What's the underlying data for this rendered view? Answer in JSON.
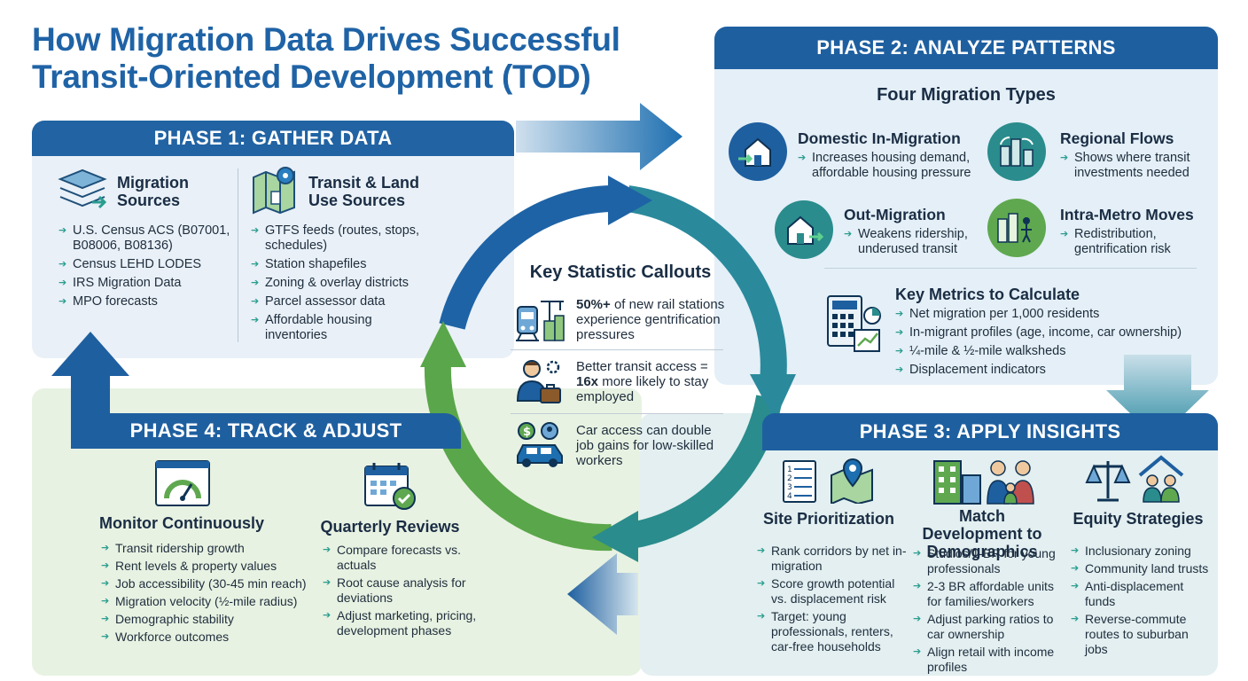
{
  "title": "How Migration Data Drives Successful Transit-Oriented Development (TOD)",
  "phase1": {
    "banner": "PHASE 1: GATHER DATA",
    "col1": {
      "heading": "Migration Sources",
      "items": [
        "U.S. Census ACS (B07001, B08006, B08136)",
        "Census LEHD LODES",
        "IRS Migration Data",
        "MPO forecasts"
      ]
    },
    "col2": {
      "heading": "Transit & Land Use Sources",
      "items": [
        "GTFS feeds (routes, stops, schedules)",
        "Station shapefiles",
        "Zoning & overlay districts",
        "Parcel assessor data",
        "Affordable housing inventories"
      ]
    }
  },
  "phase2": {
    "banner": "PHASE 2: ANALYZE PATTERNS",
    "subtitle": "Four Migration Types",
    "types": [
      {
        "name": "Domestic In-Migration",
        "desc": "Increases housing demand, affordable housing pressure"
      },
      {
        "name": "Regional Flows",
        "desc": "Shows where transit investments needed"
      },
      {
        "name": "Out-Migration",
        "desc": "Weakens ridership, underused transit"
      },
      {
        "name": "Intra-Metro Moves",
        "desc": "Redistribution, gentrification risk"
      }
    ],
    "metrics": {
      "heading": "Key Metrics to Calculate",
      "items": [
        "Net migration per 1,000 residents",
        "In-migrant profiles (age, income, car ownership)",
        "¼-mile & ½-mile walksheds",
        "Displacement indicators"
      ]
    }
  },
  "phase3": {
    "banner": "PHASE 3: APPLY INSIGHTS",
    "col1": {
      "heading": "Site Prioritization",
      "items": [
        "Rank corridors by net in-migration",
        "Score growth potential vs. displacement risk",
        "Target: young professionals, renters, car-free households"
      ]
    },
    "col2": {
      "heading": "Match Development to Demographics",
      "items": [
        "Studios/1-BR for young professionals",
        "2-3 BR affordable units for families/workers",
        "Adjust parking ratios to car ownership",
        "Align retail with income profiles"
      ]
    },
    "col3": {
      "heading": "Equity Strategies",
      "items": [
        "Inclusionary zoning",
        "Community land trusts",
        "Anti-displacement funds",
        "Reverse-commute routes to suburban jobs"
      ]
    }
  },
  "phase4": {
    "banner": "PHASE 4: TRACK & ADJUST",
    "col1": {
      "heading": "Monitor Continuously",
      "items": [
        "Transit ridership growth",
        "Rent levels & property values",
        "Job accessibility (30-45 min reach)",
        "Migration velocity (½-mile radius)",
        "Demographic stability",
        "Workforce outcomes"
      ]
    },
    "col2": {
      "heading": "Quarterly Reviews",
      "items": [
        "Compare forecasts vs. actuals",
        "Root cause analysis for deviations",
        "Adjust marketing, pricing, development phases"
      ]
    }
  },
  "center": {
    "title": "Key Statistic Callouts",
    "stat1_bold": "50%+",
    "stat1_rest": " of new rail stations experience gentrification pressures",
    "stat2_pre": "Better transit access = ",
    "stat2_bold": "16x",
    "stat2_rest": " more likely to stay employed",
    "stat3": "Car access can double job gains for low-skilled workers"
  },
  "colors": {
    "primary_blue": "#1e5fa0",
    "teal": "#2a8c8c",
    "green": "#5fa850",
    "title_blue": "#1f63a6"
  }
}
